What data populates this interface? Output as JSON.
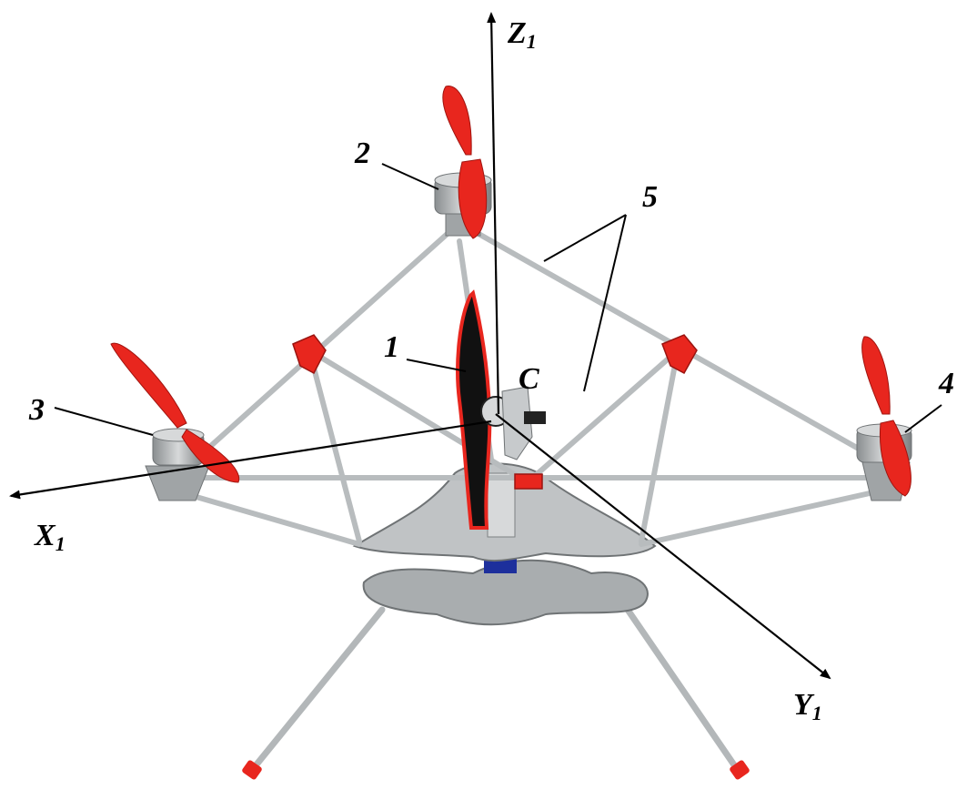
{
  "labels": {
    "label_1": "1",
    "label_2": "2",
    "label_3": "3",
    "label_4": "4",
    "label_5": "5",
    "label_c": "C"
  },
  "axes": {
    "z": {
      "letter": "Z",
      "sub": "1"
    },
    "x": {
      "letter": "X",
      "sub": "1"
    },
    "y": {
      "letter": "Y",
      "sub": "1"
    }
  },
  "colors": {
    "propeller": "#e8261e",
    "frame": "#b8bcbe",
    "frame_dark": "#7d8183",
    "axis": "#000000",
    "battery": "#1d2f9c"
  }
}
